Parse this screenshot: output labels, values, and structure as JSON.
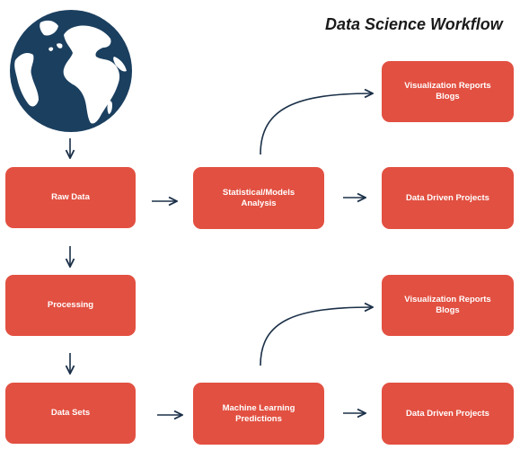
{
  "title": "Data Science Workflow",
  "nodes": {
    "raw_data": {
      "line1": "Raw Data",
      "line2": ""
    },
    "processing": {
      "line1": "Processing",
      "line2": ""
    },
    "data_sets": {
      "line1": "Data Sets",
      "line2": ""
    },
    "statistical": {
      "line1": "Statistical/Models",
      "line2": "Analysis"
    },
    "ml": {
      "line1": "Machine Learning",
      "line2": "Predictions"
    },
    "viz_top": {
      "line1": "Visualization Reports",
      "line2": "Blogs"
    },
    "ddp_top": {
      "line1": "Data Driven Projects",
      "line2": ""
    },
    "viz_bottom": {
      "line1": "Visualization Reports",
      "line2": "Blogs"
    },
    "ddp_bottom": {
      "line1": "Data Driven Projects",
      "line2": ""
    }
  },
  "colors": {
    "node": "#e25041",
    "node_text": "#ffffff",
    "globe_ocean": "#1b3f5f",
    "globe_land": "#ffffff",
    "arrow": "#1b3048"
  },
  "icons": {
    "globe": "globe-icon"
  }
}
